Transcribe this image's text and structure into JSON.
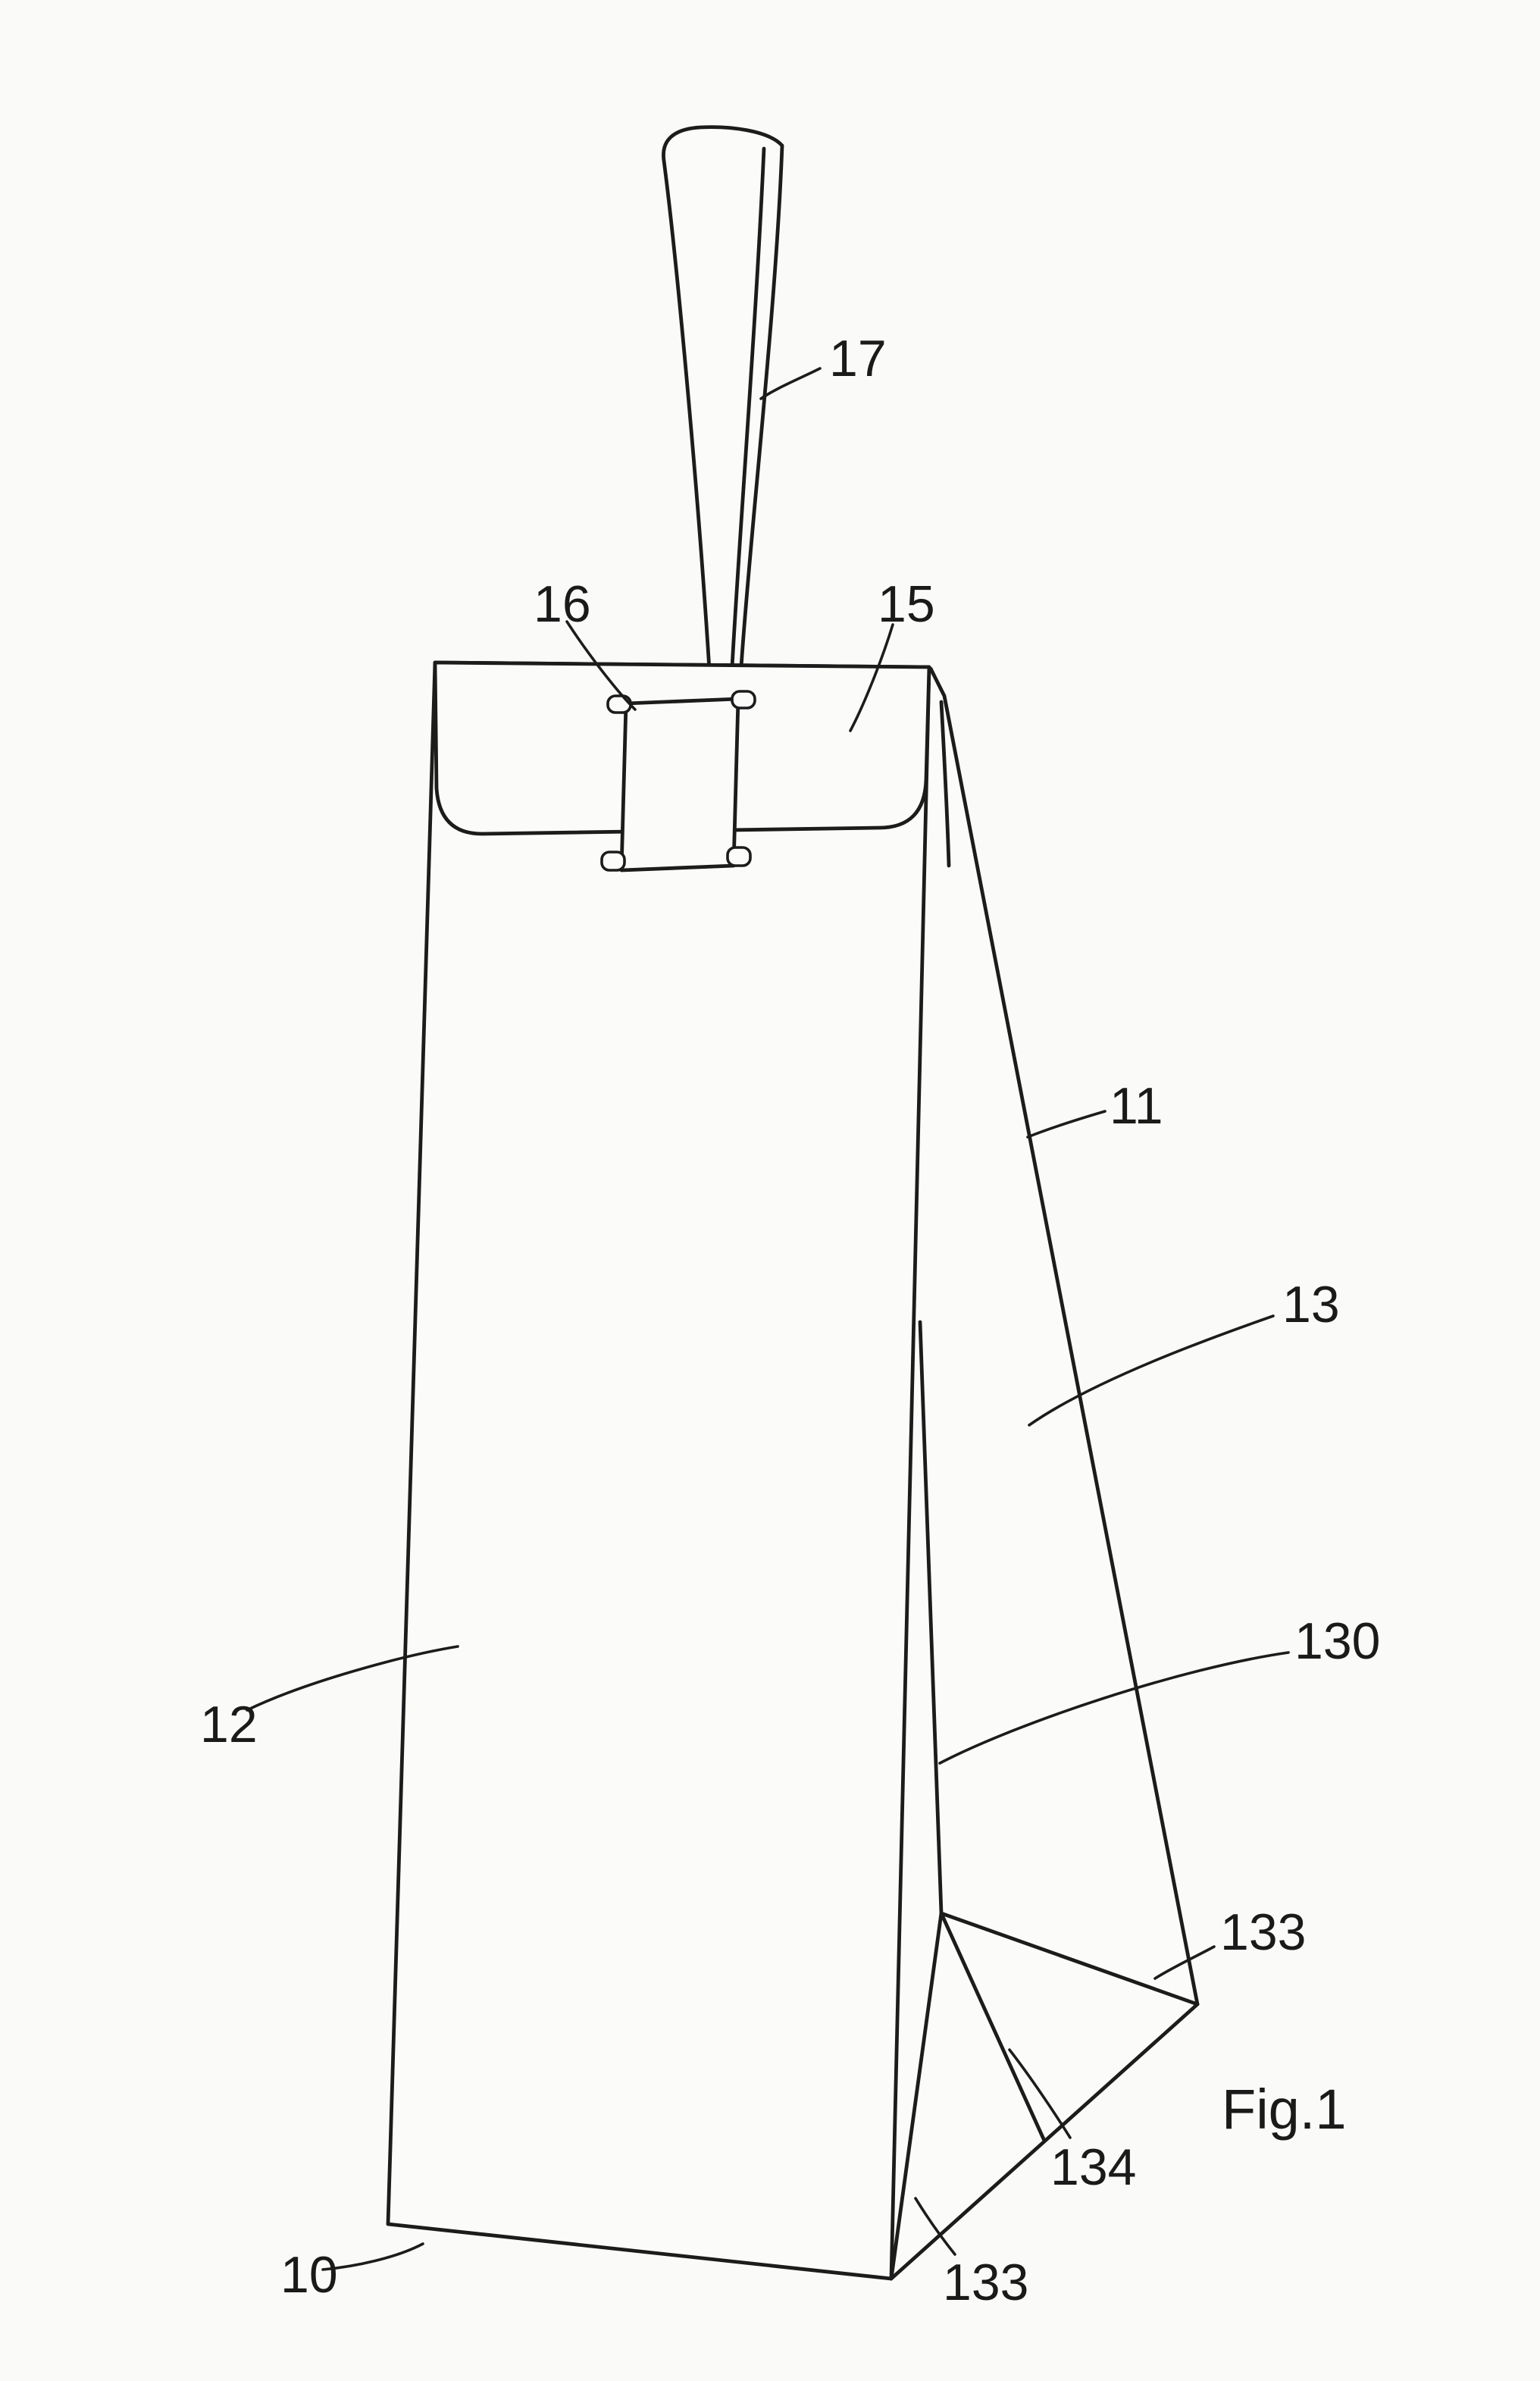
{
  "figure": {
    "caption": "Fig.1",
    "description": "Patent line drawing of a free-standing gusseted bag with a top flap and handle strap",
    "colors": {
      "ink": "#1c1c1c",
      "paper": "#fafaf8"
    },
    "labels": {
      "ref17": "17",
      "ref16": "16",
      "ref15": "15",
      "ref11": "11",
      "ref13": "13",
      "ref130": "130",
      "ref133_top": "133",
      "ref134": "134",
      "ref133_bottom": "133",
      "ref12": "12",
      "ref10": "10"
    }
  }
}
